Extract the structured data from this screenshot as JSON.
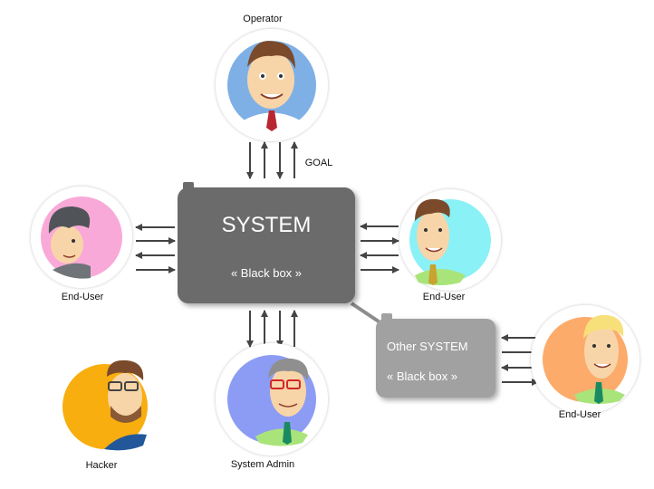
{
  "actors": {
    "operator": "Operator",
    "end_user_left": "End-User",
    "end_user_right": "End-User",
    "end_user_other": "End-User",
    "hacker": "Hacker",
    "system_admin": "System Admin"
  },
  "goal_label": "GOAL",
  "main_system": {
    "title": "SYSTEM",
    "subtitle": "« Black box »"
  },
  "other_system": {
    "title": "Other SYSTEM",
    "subtitle": "« Black box »"
  },
  "colors": {
    "operator_bg": "#7eb0e6",
    "end_user_left_bg": "#f9a9d8",
    "end_user_right_bg": "#8af1f7",
    "end_user_other_bg": "#fcab6a",
    "hacker_bg": "#f8ae0e",
    "system_admin_bg": "#8c9cf5",
    "main_system": "#6b6b6b",
    "other_system": "#a1a1a1",
    "arrow": "#444444"
  },
  "icons": [
    "operator-avatar",
    "end-user-avatar",
    "hacker-avatar",
    "system-admin-avatar"
  ]
}
